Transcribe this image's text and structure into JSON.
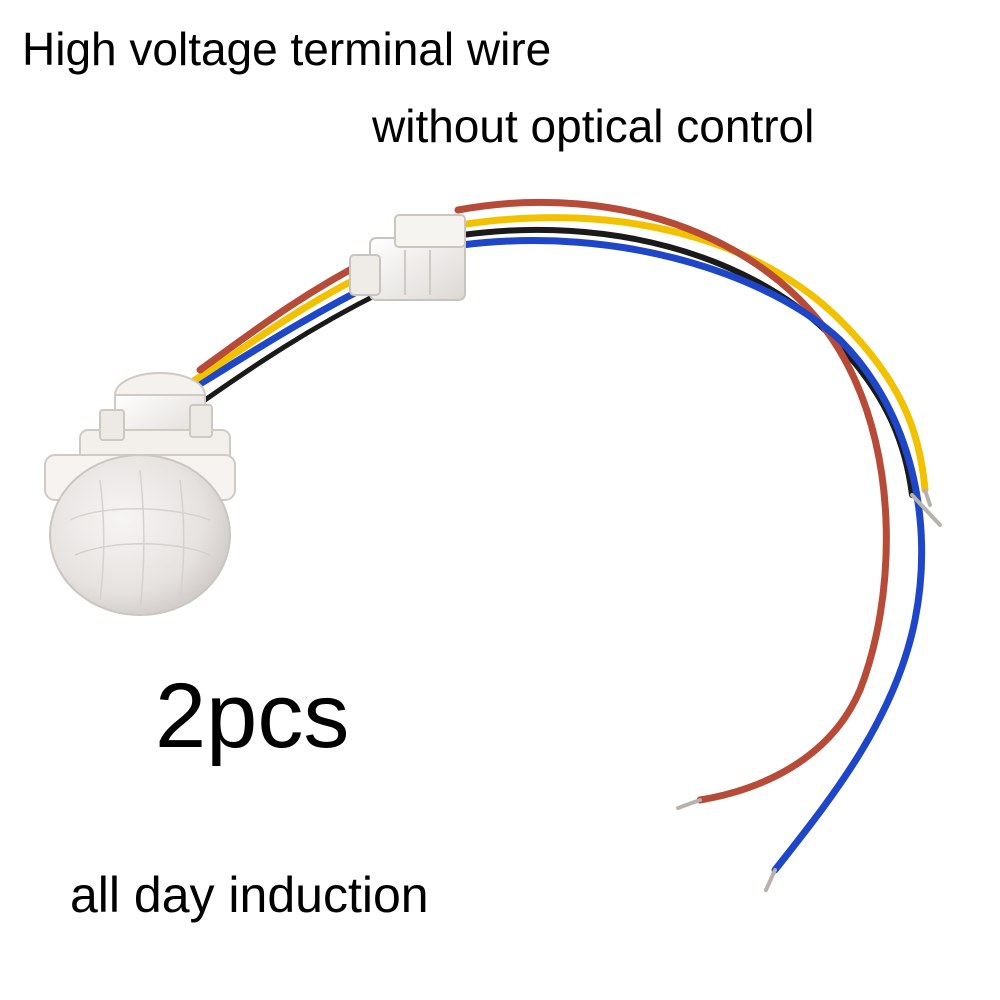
{
  "caption": {
    "line1": "High voltage terminal wire",
    "line2": "without optical control",
    "quantity": "2pcs",
    "mode": "all day induction"
  },
  "colors": {
    "wire_red": "#b84a38",
    "wire_yellow": "#f2c200",
    "wire_blue": "#1e46c8",
    "wire_black": "#1a1a1a",
    "plastic": "#f1eeea",
    "lens": "#e9e6e4"
  }
}
